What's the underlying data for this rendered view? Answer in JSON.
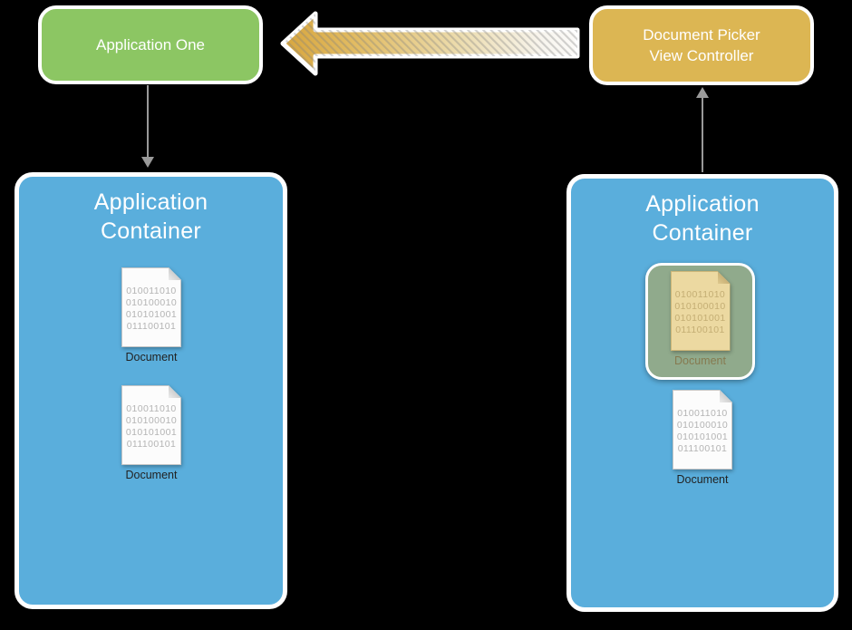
{
  "nodes": {
    "application_one": {
      "label": "Application One"
    },
    "document_picker": {
      "lines": [
        "Document Picker",
        "View Controller"
      ]
    }
  },
  "containers": {
    "left": {
      "title_lines": [
        "Application",
        "Container"
      ]
    },
    "right": {
      "title_lines": [
        "Application",
        "Container"
      ]
    }
  },
  "doc_icon": {
    "binary_lines": [
      "010011010",
      "010100010",
      "010101001",
      "011100101"
    ],
    "label": "Document"
  },
  "colors": {
    "background": "#000000",
    "node_green": "#8CC663",
    "node_gold": "#DCB653",
    "container_blue": "#5AAEDC",
    "highlight_sage": "#90AA8C",
    "doc_page_white": "#FCFCFC",
    "doc_page_tan": "#ECD9A1",
    "connector_gray": "#9A9A9A",
    "arrow_gold_start": "#D8A63E",
    "arrow_fade_end": "#FCFBF9"
  }
}
